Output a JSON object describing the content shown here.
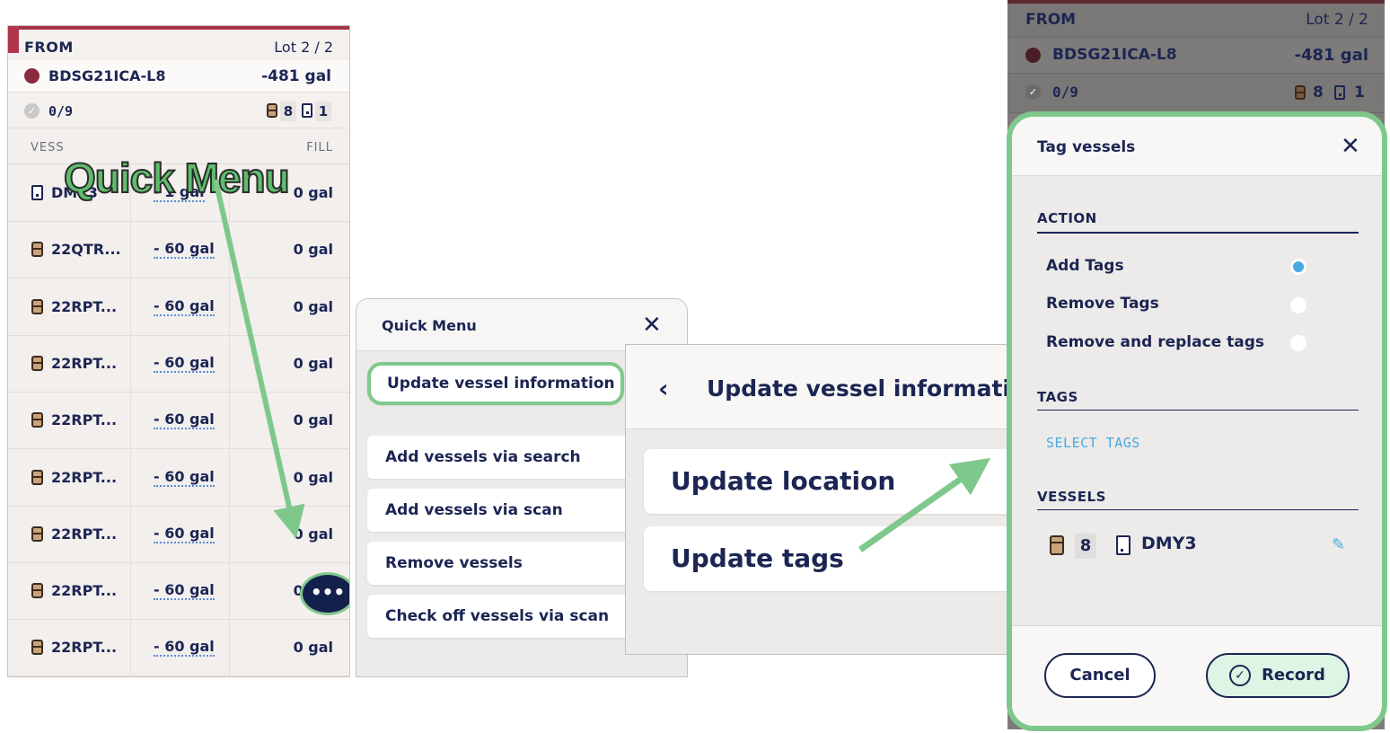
{
  "panel1": {
    "from_label": "FROM",
    "lot_label": "Lot 2 / 2",
    "lot_name": "BDSG21ICA-L8",
    "lot_volume": "-481 gal",
    "check_count": "0/9",
    "barrel_count": "8",
    "tank_count": "1",
    "headers": {
      "vessel": "VESS",
      "fill": "FILL"
    },
    "rows": [
      {
        "type": "tank",
        "name": "DMY3",
        "delta": "- 1 gal",
        "fill": "0 gal"
      },
      {
        "type": "barrel",
        "name": "22QTR...",
        "delta": "- 60 gal",
        "fill": "0 gal"
      },
      {
        "type": "barrel",
        "name": "22RPT...",
        "delta": "- 60 gal",
        "fill": "0 gal"
      },
      {
        "type": "barrel",
        "name": "22RPT...",
        "delta": "- 60 gal",
        "fill": "0 gal"
      },
      {
        "type": "barrel",
        "name": "22RPT...",
        "delta": "- 60 gal",
        "fill": "0 gal"
      },
      {
        "type": "barrel",
        "name": "22RPT...",
        "delta": "- 60 gal",
        "fill": "0 gal"
      },
      {
        "type": "barrel",
        "name": "22RPT...",
        "delta": "- 60 gal",
        "fill": "0 gal"
      },
      {
        "type": "barrel",
        "name": "22RPT...",
        "delta": "- 60 gal",
        "fill": "0 gal"
      },
      {
        "type": "barrel",
        "name": "22RPT...",
        "delta": "- 60 gal",
        "fill": "0 gal"
      }
    ],
    "fab_label": "•••",
    "overlay_title": "Quick Menu",
    "lot_color": "#8b2c3e"
  },
  "panel2": {
    "title": "Quick Menu",
    "close_icon": "close-icon",
    "items": [
      "Update vessel information",
      "Add vessels via search",
      "Add vessels via scan",
      "Remove vessels",
      "Check off vessels via scan"
    ]
  },
  "panel3": {
    "title": "Update vessel information",
    "back_icon": "chevron-left-icon",
    "items": [
      "Update location",
      "Update tags"
    ]
  },
  "panel4": {
    "bg": {
      "from_label": "FROM",
      "lot_label": "Lot 2 / 2",
      "lot_name": "BDSG21ICA-L8",
      "lot_volume": "-481 gal",
      "check_count": "0/9",
      "barrel_count": "8",
      "tank_count": "1"
    },
    "title": "Tag vessels",
    "action_label": "ACTION",
    "options": [
      {
        "label": "Add Tags",
        "selected": true
      },
      {
        "label": "Remove Tags",
        "selected": false
      },
      {
        "label": "Remove and replace tags",
        "selected": false
      }
    ],
    "tags_label": "TAGS",
    "select_tags": "SELECT TAGS",
    "vessels_label": "VESSELS",
    "vessel_barrel_count": "8",
    "vessel_tank_name": "DMY3",
    "cancel": "Cancel",
    "record": "Record",
    "accent": "#7fc88c",
    "radio_color": "#4aa8e0"
  }
}
